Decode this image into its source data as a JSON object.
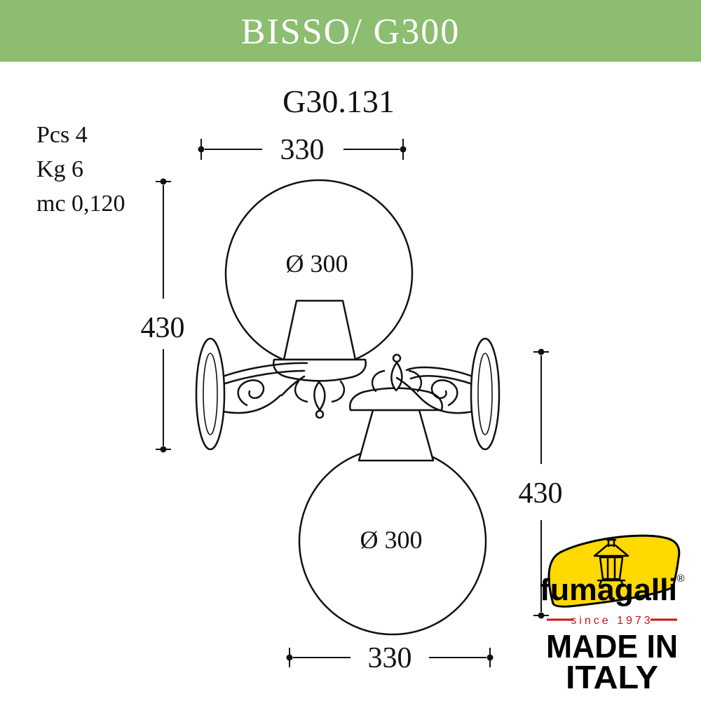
{
  "header": {
    "title": "BISSO/ G300"
  },
  "drawing": {
    "model": "G30.131",
    "specs": {
      "pcs": "Pcs 4",
      "kg": "Kg 6",
      "mc": "mc 0,120"
    },
    "dims": {
      "top_width": "330",
      "left_height": "430",
      "right_height": "430",
      "bottom_width": "330",
      "globe_top_diameter": "Ø 300",
      "globe_bottom_diameter": "Ø 300"
    }
  },
  "logo": {
    "brand": "fumagalli",
    "registered": "®",
    "since": "since 1973",
    "made_in_line1": "MADE IN",
    "made_in_line2": "ITALY"
  },
  "colors": {
    "header_green": "#8cbd70",
    "logo_yellow": "#ffd900",
    "logo_red": "#cc1111",
    "ink": "#111111"
  }
}
